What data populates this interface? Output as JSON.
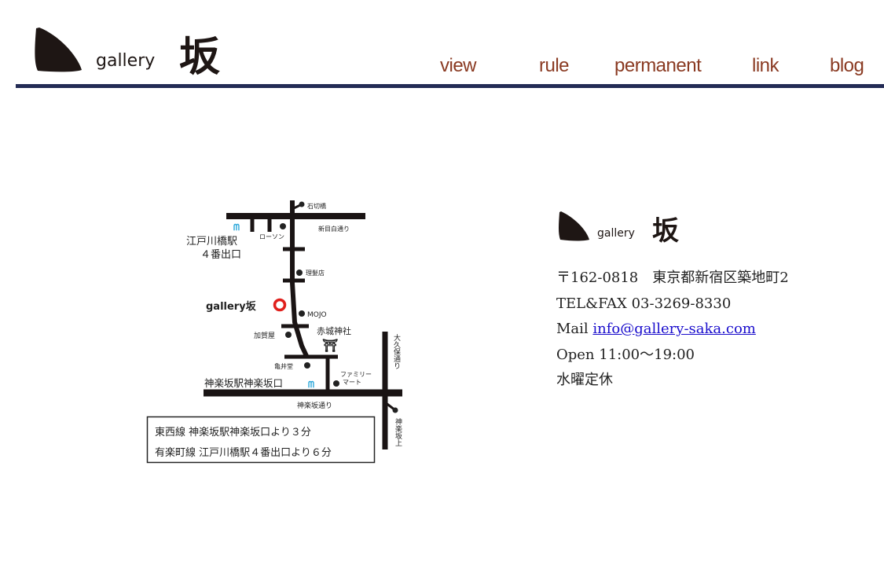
{
  "header": {
    "logo_text": "gallery",
    "logo_kanji": "坂",
    "nav": [
      {
        "label": "view"
      },
      {
        "label": "rule"
      },
      {
        "label": "permanent"
      },
      {
        "label": "link"
      },
      {
        "label": "blog"
      }
    ]
  },
  "map": {
    "labels": {
      "ishikiri": "石切橋",
      "shinmejiro": "新目白通り",
      "edogawabashi1": "江戸川橋駅",
      "edogawabashi2": "４番出口",
      "lawson": "ローソン",
      "barber": "理髪店",
      "gallery": "gallery坂",
      "mojo": "MOJO",
      "kagaya": "加賀屋",
      "akagi": "赤城神社",
      "kameido": "亀井堂",
      "familymart1": "ファミリー",
      "familymart2": "マート",
      "kagurazaka_station": "神楽坂駅神楽坂口",
      "okubo": "大久保通り",
      "kagurazaka_dori": "神楽坂通り",
      "kagurazaka_ue": "神楽坂上"
    },
    "directions": [
      "東西線 神楽坂駅神楽坂口より３分",
      "有楽町線 江戸川橋駅４番出口より６分"
    ]
  },
  "info": {
    "logo_text": "gallery",
    "logo_kanji": "坂",
    "address": "〒162-0818　東京都新宿区築地町2",
    "tel": "TEL&FAX 03-3269-8330",
    "mail_label": "Mail ",
    "mail": "info@gallery-saka.com",
    "open": "Open 11:00〜19:00",
    "closed": "水曜定休"
  },
  "colors": {
    "nav": "#8a3a22",
    "rule": "#232b55",
    "marker": "#e0201c",
    "subway": "#29a6d9"
  }
}
